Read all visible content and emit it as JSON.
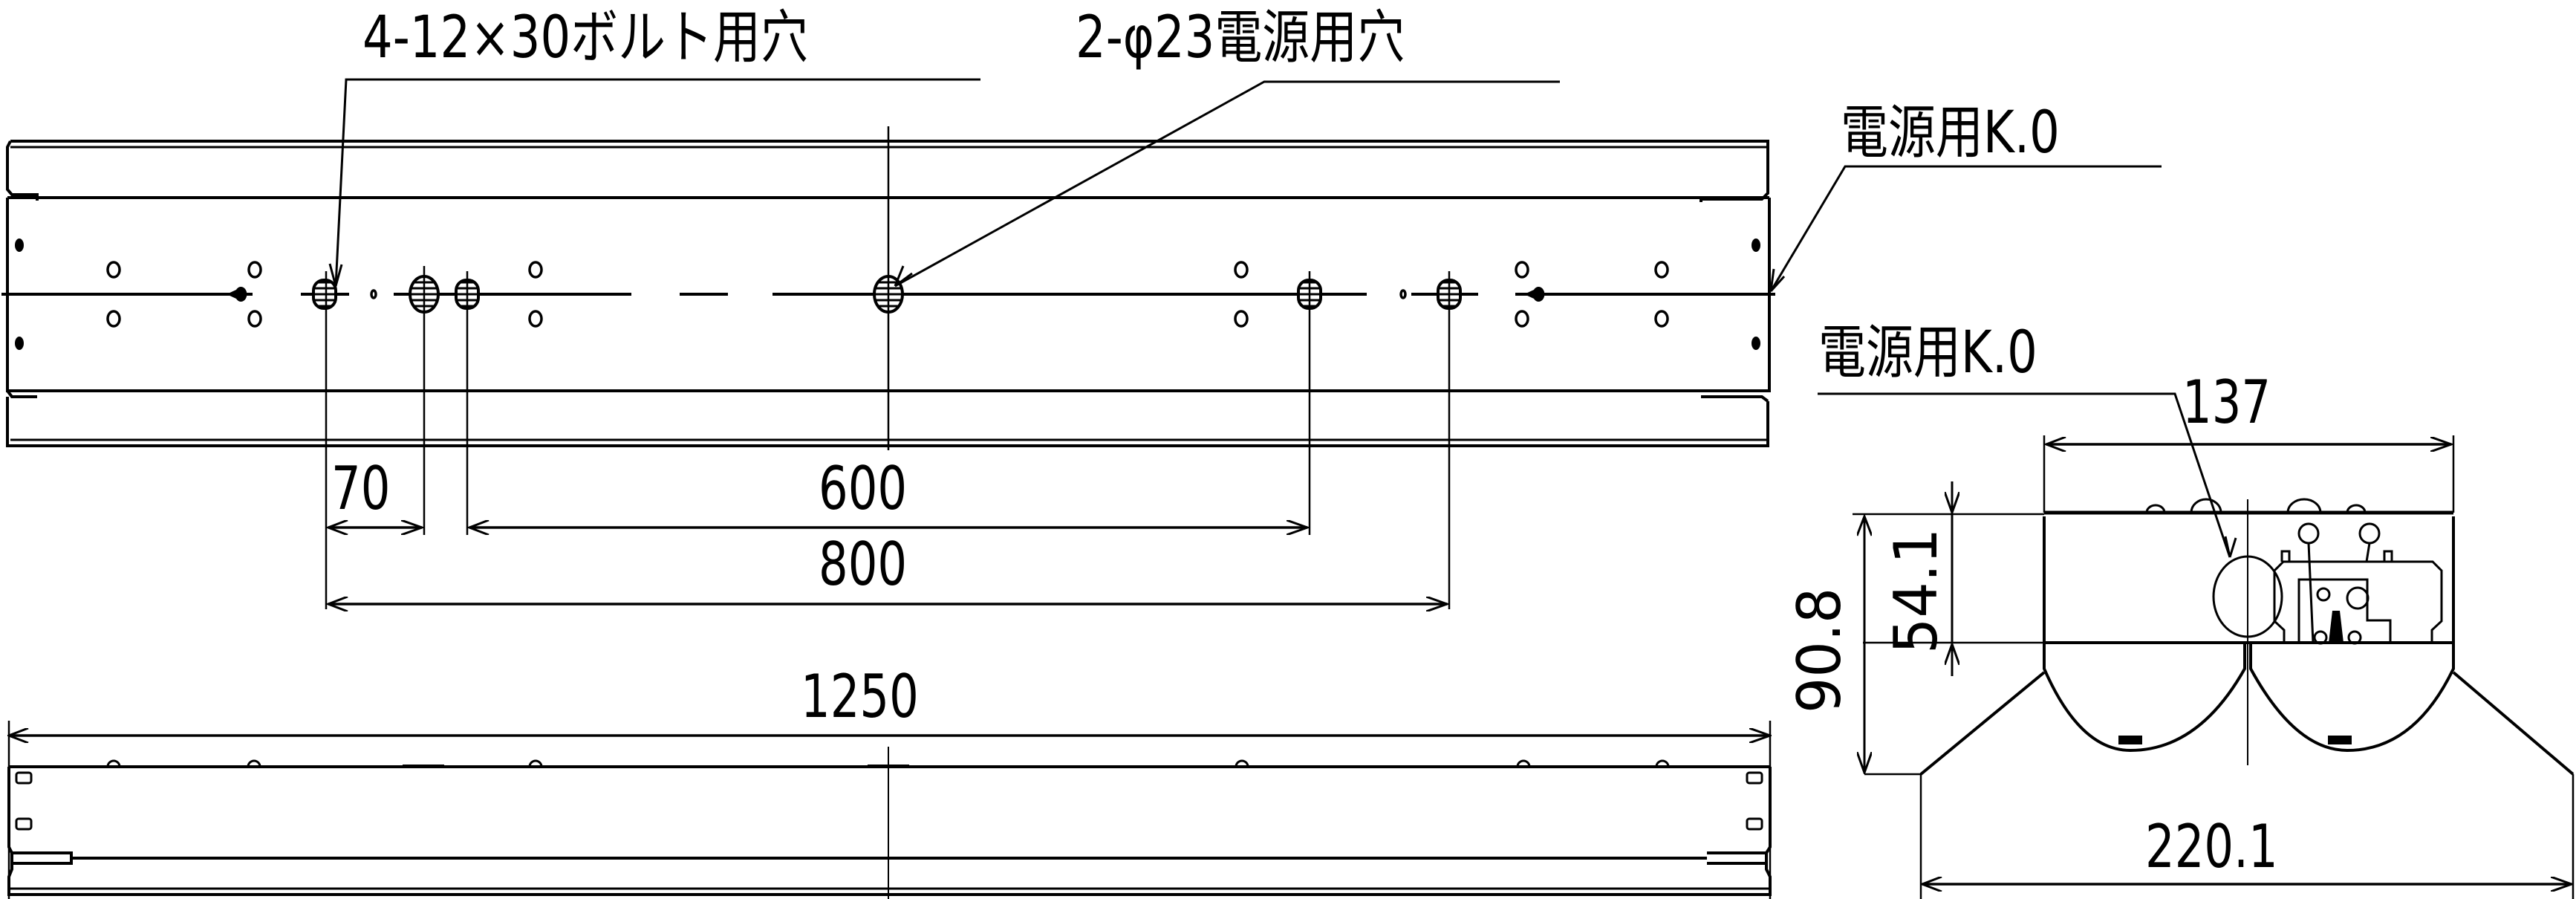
{
  "drawing": {
    "title": "Light fixture dimension drawing",
    "colors": {
      "line": "#000000",
      "background": "#ffffff"
    }
  },
  "callouts": {
    "bolt_holes": "4-12×30ボルト用穴",
    "power_holes": "2-φ23電源用穴",
    "knockout_top": "電源用K.0",
    "knockout_side": "電源用K.0"
  },
  "dimensions": {
    "top_view": {
      "d70": "70",
      "d600": "600",
      "d800": "800"
    },
    "front_view": {
      "length": "1250"
    },
    "side_view": {
      "width_top": "137",
      "height_total": "90.8",
      "height_body": "54.1",
      "width_bottom": "220.1"
    }
  },
  "views": [
    "top-view",
    "front-view",
    "side-view"
  ]
}
